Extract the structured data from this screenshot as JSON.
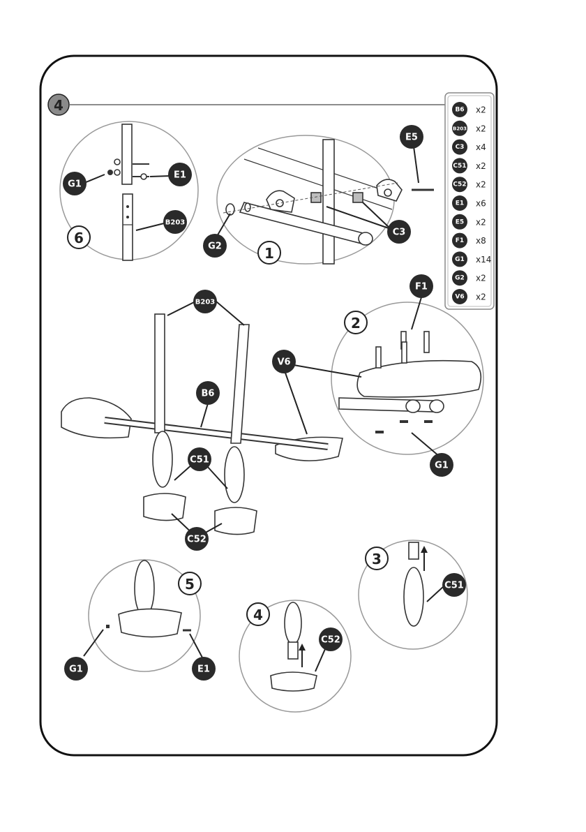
{
  "page": {
    "step_number": "4"
  },
  "parts_list": [
    {
      "code": "B6",
      "qty": "x2"
    },
    {
      "code": "B203",
      "qty": "x2"
    },
    {
      "code": "C3",
      "qty": "x4"
    },
    {
      "code": "C51",
      "qty": "x2"
    },
    {
      "code": "C52",
      "qty": "x2"
    },
    {
      "code": "E1",
      "qty": "x6"
    },
    {
      "code": "E5",
      "qty": "x2"
    },
    {
      "code": "F1",
      "qty": "x8"
    },
    {
      "code": "G1",
      "qty": "x14"
    },
    {
      "code": "G2",
      "qty": "x2"
    },
    {
      "code": "V6",
      "qty": "x2"
    }
  ],
  "detail_numbers": {
    "d1": "1",
    "d2": "2",
    "d3": "3",
    "d4": "4",
    "d5": "5",
    "d6": "6"
  },
  "callouts": {
    "d6_g1": "G1",
    "d6_e1": "E1",
    "d6_b203": "B203",
    "d1_e5": "E5",
    "d1_g2": "G2",
    "d1_c3": "C3",
    "d2_f1": "F1",
    "d2_g1": "G1",
    "main_b203": "B203",
    "main_b6": "B6",
    "main_v6": "V6",
    "main_c51": "C51",
    "main_c52": "C52",
    "d3_c51": "C51",
    "d4_c52": "C52",
    "d5_g1": "G1",
    "d5_e1": "E1"
  }
}
